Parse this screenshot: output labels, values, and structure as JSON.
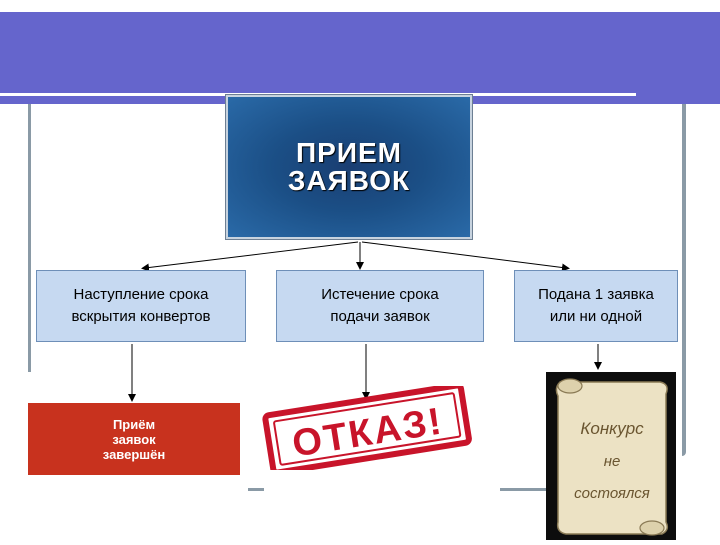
{
  "diagram": {
    "main": {
      "title": "ПРИЕМ\nЗАЯВОК"
    },
    "conditions": [
      {
        "label": "Наступление срока\nвскрытия конвертов"
      },
      {
        "label": "Истечение срока\nподачи заявок"
      },
      {
        "label": "Подана 1 заявка\nили ни одной"
      }
    ],
    "outcomes": {
      "banner": "Приём\nзаявок\nзавершён",
      "stamp": "ОТКАЗ!",
      "scroll": [
        "Конкурс",
        "не",
        "состоялся"
      ]
    }
  },
  "colors": {
    "header_band": "#6565cc",
    "main_box": "#1b4f86",
    "condition_box": "#c6d9f1",
    "banner": "#c8321e",
    "stamp": "#c8142a"
  }
}
